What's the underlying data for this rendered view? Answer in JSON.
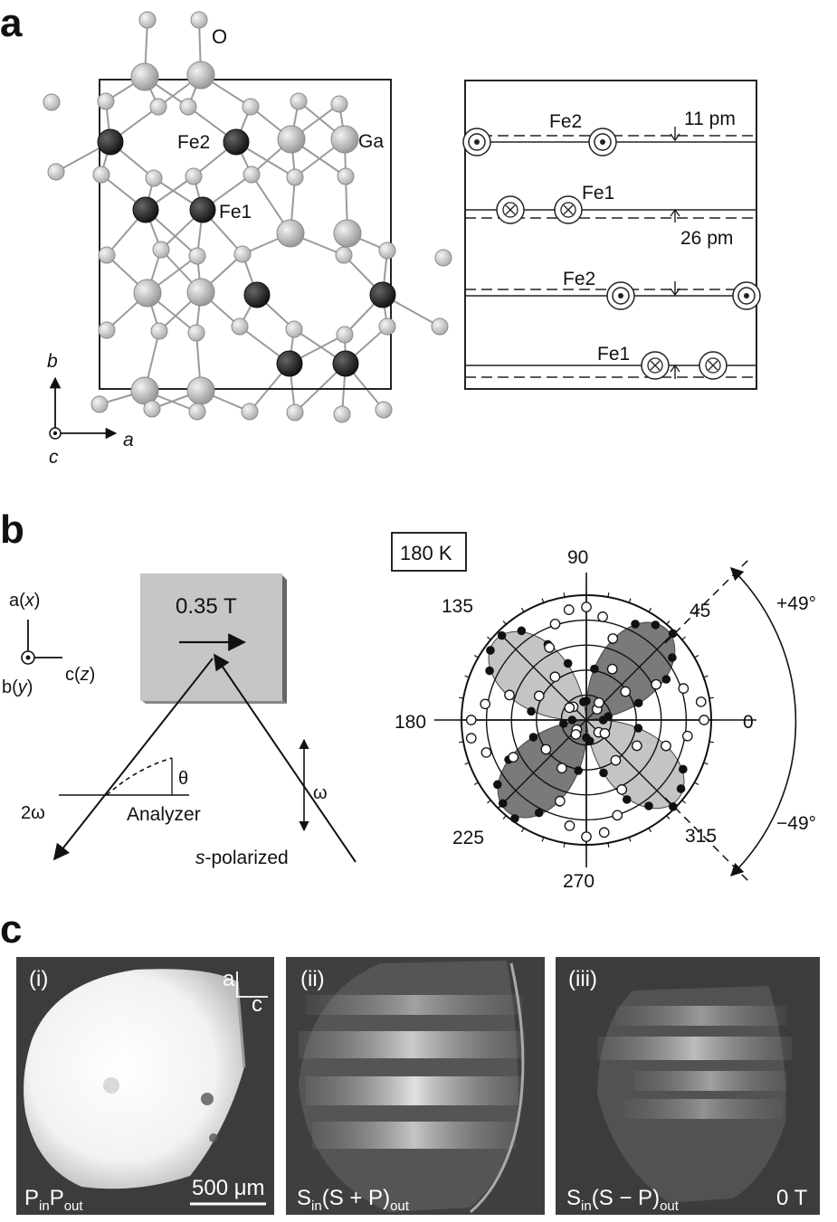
{
  "panel_labels": [
    "a",
    "b",
    "c"
  ],
  "panel_a": {
    "atom_labels": {
      "oxygen": "O",
      "fe2": "Fe2",
      "ga": "Ga",
      "fe1": "Fe1"
    },
    "axes": {
      "b": "b",
      "a": "a",
      "c": "c"
    },
    "right": {
      "fe2_top": "Fe2",
      "shift_top": "11 pm",
      "fe1_upper": "Fe1",
      "shift_mid": "26 pm",
      "fe2_lower": "Fe2",
      "fe1_lower": "Fe1"
    }
  },
  "panel_b": {
    "axes": {
      "a_x_pre": "a(",
      "a_x_var": "x",
      "c_z_pre": "c(",
      "c_z_var": "z",
      "b_y_pre": "b(",
      "b_y_var": "y",
      "close": ")"
    },
    "field": "0.35 T",
    "theta": "θ",
    "two_omega": "2ω",
    "analyzer": "Analyzer",
    "omega": "ω",
    "s_prefix": "s",
    "s_suffix": "-polarized",
    "temperature": "180 K",
    "polar_ticks": {
      "t90": "90",
      "t45": "45",
      "t135": "135",
      "t180": "180",
      "t0": "0",
      "t225": "225",
      "t315": "315",
      "t270": "270"
    },
    "angle_plus": "+49°",
    "angle_minus": "−49°"
  },
  "panel_c": {
    "images": [
      {
        "roman": "(i)",
        "footer": {
          "P1": "P",
          "s1": "in",
          "P2": "P",
          "s2": "out"
        },
        "scale": "500 μm",
        "axes": {
          "a": "a",
          "c": "c"
        }
      },
      {
        "roman": "(ii)",
        "footer": {
          "pre": "S",
          "s1": "in",
          "mid": "(S + P)",
          "s2": "out"
        }
      },
      {
        "roman": "(iii)",
        "footer": {
          "pre": "S",
          "s1": "in",
          "mid": "(S − P)",
          "s2": "out"
        },
        "field": "0 T"
      }
    ]
  },
  "colors": {
    "fe_atom": "#2a2a2a",
    "ga_atom": "#b8b8b8",
    "o_atom": "#c8c8c8",
    "lobe_light": "#c4c4c4",
    "lobe_dark": "#7a7a7a"
  }
}
